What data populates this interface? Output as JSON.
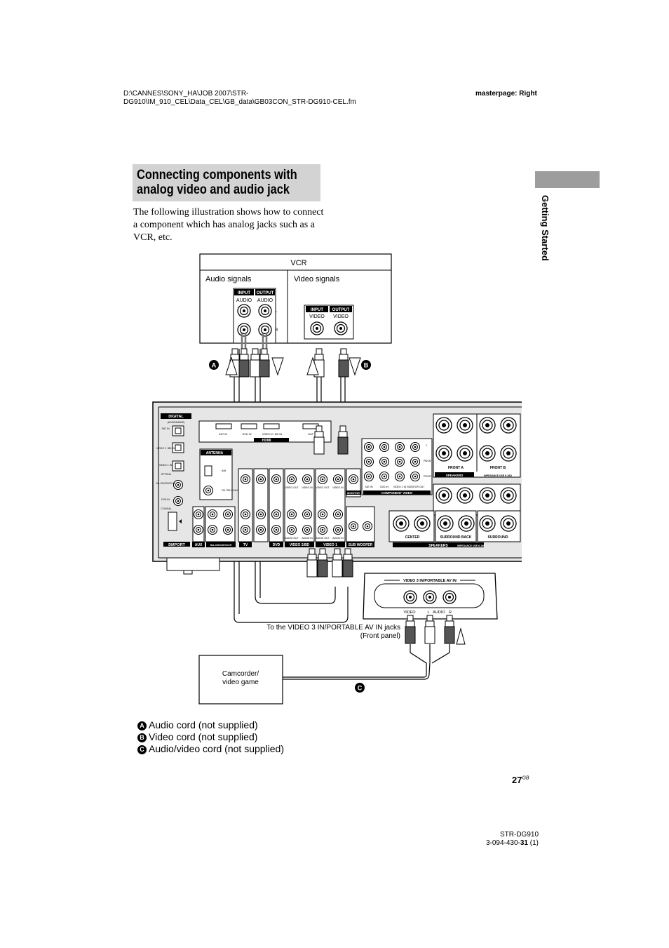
{
  "header": {
    "path_line1": "D:\\CANNES\\SONY_HA\\JOB 2007\\STR-",
    "path_line2": "DG910\\IM_910_CEL\\Data_CEL\\GB_data\\GB03CON_STR-DG910-CEL.fm",
    "masterpage": "masterpage: Right"
  },
  "section": {
    "title_line1": "Connecting components with",
    "title_line2": "analog video and audio jack",
    "intro": "The following illustration shows how to connect a component which has analog jacks such as a VCR, etc.",
    "side_tab": "Getting Started"
  },
  "diagram": {
    "vcr_label": "VCR",
    "audio_signals": "Audio signals",
    "video_signals": "Video signals",
    "input": "INPUT",
    "output": "OUTPUT",
    "audio": "AUDIO",
    "video": "VIDEO",
    "l": "L",
    "r": "R",
    "marker_a": "A",
    "marker_b": "B",
    "marker_c": "C",
    "front_panel_title": "VIDEO 3 IN/PORTABLE AV IN",
    "front_video": "VIDEO",
    "front_l": "L",
    "front_audio": "AUDIO",
    "front_r": "R",
    "front_note_line1": "To the VIDEO 3 IN/PORTABLE AV IN jacks",
    "front_note_line2": "(Front panel)",
    "camcorder_line1": "Camcorder/",
    "camcorder_line2": "video game",
    "receiver": {
      "digital": "DIGITAL",
      "assignable": "(ASSIGNABLE)",
      "sat_in": "SAT IN",
      "dvd_in": "DVD IN",
      "video2_in": "VIDEO 2 / BD IN",
      "out": "OUT",
      "hdmi": "HDMI",
      "antenna": "ANTENNA",
      "am": "AM",
      "fm": "FM 75Ω COAXIAL",
      "optical": "OPTICAL",
      "coaxial": "COAXIAL",
      "dmport": "DMPORT",
      "aux": "AUX",
      "sa_cd": "SA-CD/CD/CD-R",
      "tv": "TV",
      "dvd": "DVD",
      "video2bd": "VIDEO 2/BD",
      "video1": "VIDEO 1",
      "sub_woofer": "SUB WOOFER",
      "video_out": "VIDEO OUT",
      "video_in": "VIDEO IN",
      "audio_out": "AUDIO OUT",
      "audio_in": "AUDIO IN",
      "monitor": "MONITOR",
      "component_video": "COMPONENT VIDEO",
      "sat_in2": "SAT IN",
      "dvd_in2": "DVD IN",
      "video1_in": "VIDEO 1 IN",
      "monitor_out": "MONITOR OUT",
      "y": "Y",
      "pb": "PB/CB",
      "pr": "PR/CR",
      "front_a": "FRONT A",
      "front_b": "FRONT B",
      "speakers": "SPEAKERS",
      "impedance": "IMPEDANCE USE 8-16Ω",
      "center": "CENTER",
      "surround_back": "SURROUND BACK",
      "surround": "SURROUND"
    }
  },
  "legend": {
    "a_label": "A",
    "a_text": "Audio cord (not supplied)",
    "b_label": "B",
    "b_text": "Video cord (not supplied)",
    "c_label": "C",
    "c_text": "Audio/video cord (not supplied)"
  },
  "footer": {
    "page_number": "27",
    "page_suffix": "GB",
    "model": "STR-DG910",
    "code_prefix": "3-094-430-",
    "code_bold": "31",
    "code_suffix": " (1)"
  },
  "colors": {
    "title_bg": "#d3d3d3",
    "tab_bg": "#9d9d9d",
    "panel_bg": "#e6e6e6",
    "cable": "#333333"
  }
}
